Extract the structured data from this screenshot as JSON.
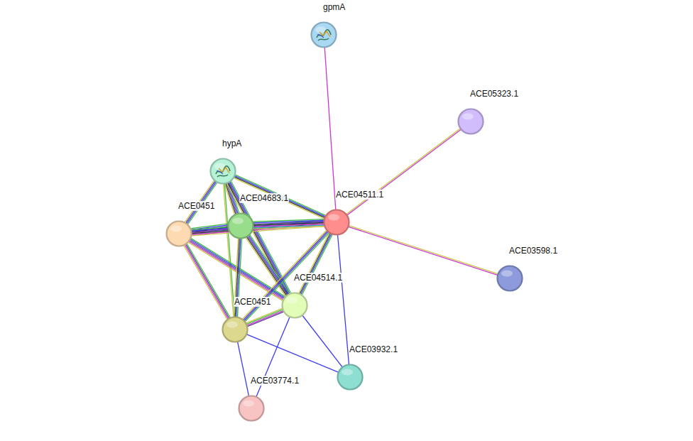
{
  "diagram": {
    "nodes": [
      {
        "text": [
          "gpmA"
        ]
      },
      {
        "text": [
          "ACE05323.1"
        ]
      },
      {
        "text": [
          "hypA"
        ]
      },
      {
        "text": [
          "ACE0451"
        ]
      },
      {
        "text": [
          "ACE04683.1"
        ]
      },
      {
        "text": [
          "ACE04511.1"
        ]
      },
      {
        "text": [
          "ACE04514.1"
        ]
      },
      {
        "text": [
          "ACE0451"
        ]
      },
      {
        "text": [
          "ACE03598.1"
        ]
      },
      {
        "text": [
          "ACE03932.1"
        ]
      },
      {
        "text": [
          "ACE03774.1"
        ]
      }
    ],
    "edges": [
      {
        "from": 0,
        "to": 5,
        "arrow": "none"
      },
      {
        "from": 1,
        "to": 5,
        "arrow": "none"
      },
      {
        "from": 8,
        "to": 5,
        "arrow": "none"
      },
      {
        "from": 2,
        "to": 5,
        "arrow": "none"
      },
      {
        "from": 2,
        "to": 3,
        "arrow": "none"
      },
      {
        "from": 2,
        "to": 4,
        "arrow": "none"
      },
      {
        "from": 2,
        "to": 7,
        "arrow": "none"
      },
      {
        "from": 2,
        "to": 6,
        "arrow": "none"
      },
      {
        "from": 3,
        "to": 4,
        "arrow": "none"
      },
      {
        "from": 3,
        "to": 5,
        "arrow": "none"
      },
      {
        "from": 3,
        "to": 6,
        "arrow": "none"
      },
      {
        "from": 3,
        "to": 7,
        "arrow": "none"
      },
      {
        "from": 4,
        "to": 5,
        "arrow": "none"
      },
      {
        "from": 4,
        "to": 6,
        "arrow": "none"
      },
      {
        "from": 4,
        "to": 7,
        "arrow": "none"
      },
      {
        "from": 5,
        "to": 6,
        "arrow": "none"
      },
      {
        "from": 5,
        "to": 7,
        "arrow": "none"
      },
      {
        "from": 6,
        "to": 7,
        "arrow": "none"
      },
      {
        "from": 5,
        "to": 9,
        "arrow": "none"
      },
      {
        "from": 6,
        "to": 9,
        "arrow": "none"
      },
      {
        "from": 7,
        "to": 9,
        "arrow": "none"
      },
      {
        "from": 7,
        "to": 10,
        "arrow": "none"
      },
      {
        "from": 6,
        "to": 10,
        "arrow": "none"
      }
    ]
  }
}
